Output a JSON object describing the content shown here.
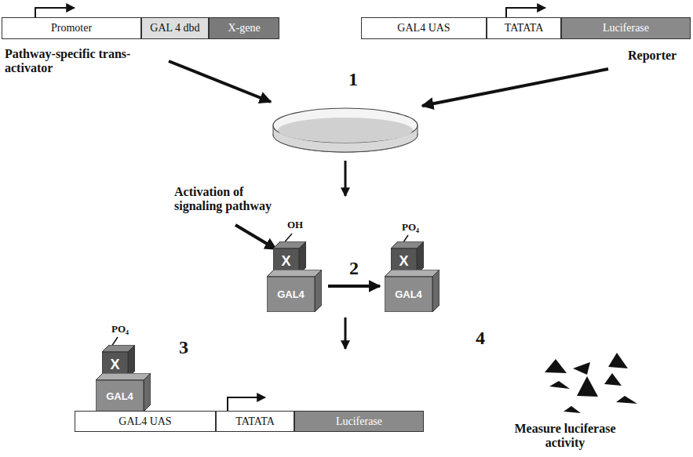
{
  "diagram": {
    "nodes": [
      {
        "text": [
          "Promoter"
        ]
      },
      {
        "text": [
          "GAL 4 dbd"
        ]
      },
      {
        "text": [
          "X-gene"
        ]
      },
      {
        "text": [
          "GAL4 UAS"
        ]
      },
      {
        "text": [
          "TATATA"
        ]
      },
      {
        "text": [
          "Luciferase"
        ]
      },
      {
        "text": [
          "X"
        ]
      },
      {
        "text": [
          "GAL4"
        ]
      },
      {
        "text": [
          "X"
        ]
      },
      {
        "text": [
          "GAL4"
        ]
      },
      {
        "text": [
          "X"
        ]
      },
      {
        "text": [
          "GAL4"
        ]
      },
      {
        "text": [
          "GAL4 UAS"
        ]
      },
      {
        "text": [
          "TATATA"
        ]
      },
      {
        "text": [
          "Luciferase"
        ]
      }
    ],
    "edges": [
      {
        "from": 7,
        "to": 9,
        "label": "2",
        "arrow": "to"
      }
    ],
    "labels": [
      "Pathway-specific trans-activator",
      "Reporter",
      "1",
      "Activation of signaling pathway",
      "OH",
      "PO₄",
      "3",
      "PO₄",
      "4",
      "Measure luciferase activity"
    ]
  }
}
